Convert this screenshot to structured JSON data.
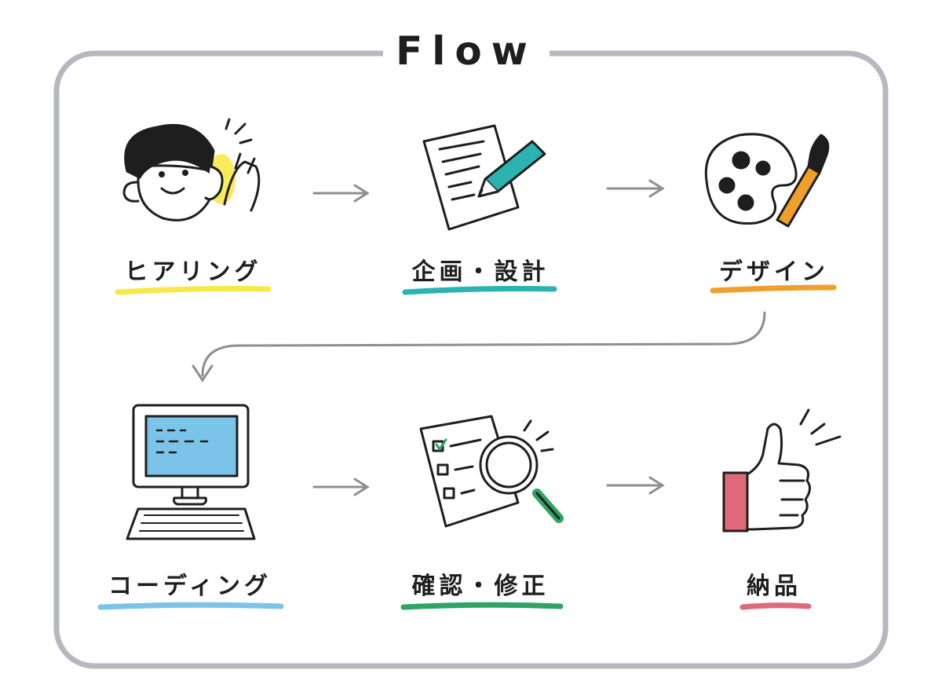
{
  "title": "Flow",
  "steps": [
    {
      "label": "ヒアリング",
      "icon": "person-listening-icon",
      "color": "#f7e94a"
    },
    {
      "label": "企画・設計",
      "icon": "document-pencil-icon",
      "color": "#2bb3b1"
    },
    {
      "label": "デザイン",
      "icon": "paint-palette-icon",
      "color": "#f0a02a"
    },
    {
      "label": "コーディング",
      "icon": "computer-icon",
      "color": "#7cc3ea"
    },
    {
      "label": "確認・修正",
      "icon": "checklist-magnifier-icon",
      "color": "#2ea464"
    },
    {
      "label": "納品",
      "icon": "thumbs-up-icon",
      "color": "#e0697a"
    }
  ]
}
